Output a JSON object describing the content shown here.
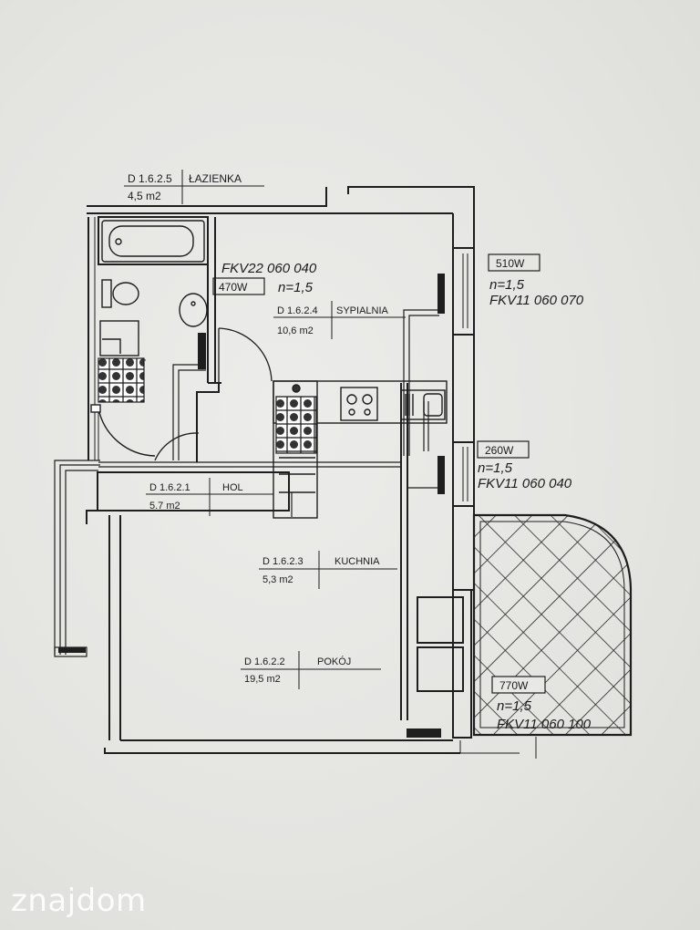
{
  "rooms": [
    {
      "code": "D 1.6.2.5",
      "name": "ŁAZIENKA",
      "area": "4,5 m2"
    },
    {
      "code": "D 1.6.2.4",
      "name": "SYPIALNIA",
      "area": "10,6 m2"
    },
    {
      "code": "D 1.6.2.1",
      "name": "HOL",
      "area": "5.7 m2"
    },
    {
      "code": "D 1.6.2.3",
      "name": "KUCHNIA",
      "area": "5,3 m2"
    },
    {
      "code": "D 1.6.2.2",
      "name": "POKÓJ",
      "area": "19,5 m2"
    }
  ],
  "radiators": [
    {
      "power": "470W",
      "model": "FKV22  060  040",
      "n": "n=1,5"
    },
    {
      "power": "510W",
      "model": "FKV11  060  070",
      "n": "n=1,5"
    },
    {
      "power": "260W",
      "model": "FKV11  060  040",
      "n": "n=1,5"
    },
    {
      "power": "770W",
      "model": "FKV11  060  100",
      "n": "n=1,5"
    }
  ],
  "watermark": "znajdom"
}
